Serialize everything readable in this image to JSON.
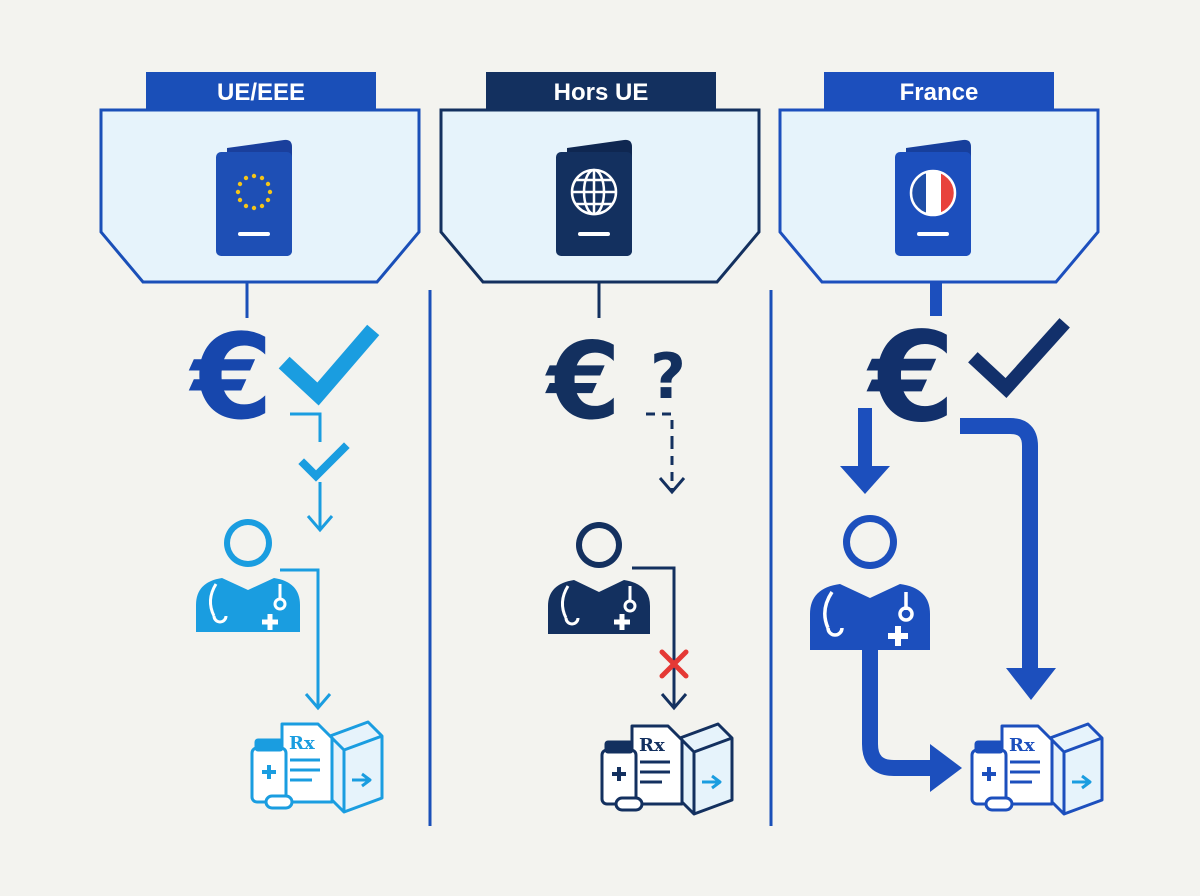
{
  "columns": [
    {
      "id": "eu",
      "label": "UE/EEE",
      "passport_emblem": "eu-stars",
      "payment_status": "check",
      "prescription_status": "check",
      "colors": {
        "accent": "#1a9de0",
        "banner": "#1a4fb8",
        "euro": "#1747ad"
      }
    },
    {
      "id": "non-eu",
      "label": "Hors UE",
      "passport_emblem": "globe",
      "payment_status": "question",
      "prescription_status": "cross",
      "colors": {
        "accent": "#13305f",
        "banner": "#13305f",
        "euro": "#13305f"
      }
    },
    {
      "id": "france",
      "label": "France",
      "passport_emblem": "french-flag",
      "payment_status": "check",
      "prescription_status": "direct",
      "colors": {
        "accent": "#1c4fbd",
        "banner": "#1c4fbd",
        "euro": "#12306b"
      }
    }
  ],
  "icons": {
    "passport": "passport-icon",
    "euro": "euro-icon",
    "check": "check-icon",
    "question": "question-icon",
    "cross": "cross-icon",
    "doctor": "doctor-icon",
    "pharmacy": "pharmacy-package-icon"
  },
  "symbols": {
    "euro": "€",
    "question": "?",
    "rx": "Rx"
  },
  "colors": {
    "background": "#f3f3ef",
    "panel_fill": "#e6f3fb",
    "panel_stroke": "#1a4fb8",
    "divider": "#1a4fb8",
    "cross_red": "#e53935",
    "flag_blue": "#1f4fa8",
    "flag_white": "#ffffff",
    "flag_red": "#e8423c",
    "eu_star": "#f5c518"
  }
}
